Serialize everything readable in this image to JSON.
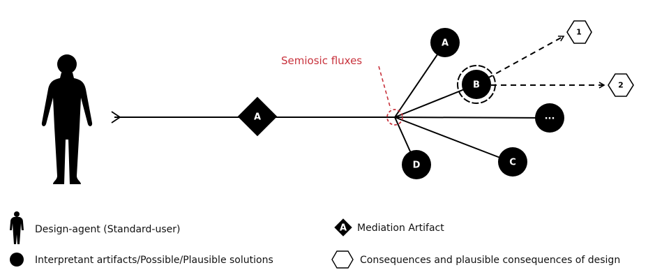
{
  "diagram": {
    "mediation_node": {
      "label": "A"
    },
    "fluxes_label": "Semiosic fluxes",
    "interpretants": [
      {
        "id": "A",
        "label": "A"
      },
      {
        "id": "B",
        "label": "B"
      },
      {
        "id": "more",
        "label": "..."
      },
      {
        "id": "C",
        "label": "C"
      },
      {
        "id": "D",
        "label": "D"
      }
    ],
    "consequences": [
      {
        "id": "1",
        "label": "1"
      },
      {
        "id": "2",
        "label": "2"
      }
    ]
  },
  "legend": {
    "design_agent": "Design-agent (Standard-user)",
    "mediation_artifact": "Mediation Artifact",
    "mediation_icon_label": "A",
    "interpretant": "Interpretant artifacts/Possible/Plausible solutions",
    "consequences": "Consequences and plausible consequences of design"
  },
  "colors": {
    "ink": "#000000",
    "semiosis": "#c8323c",
    "background": "#ffffff"
  }
}
